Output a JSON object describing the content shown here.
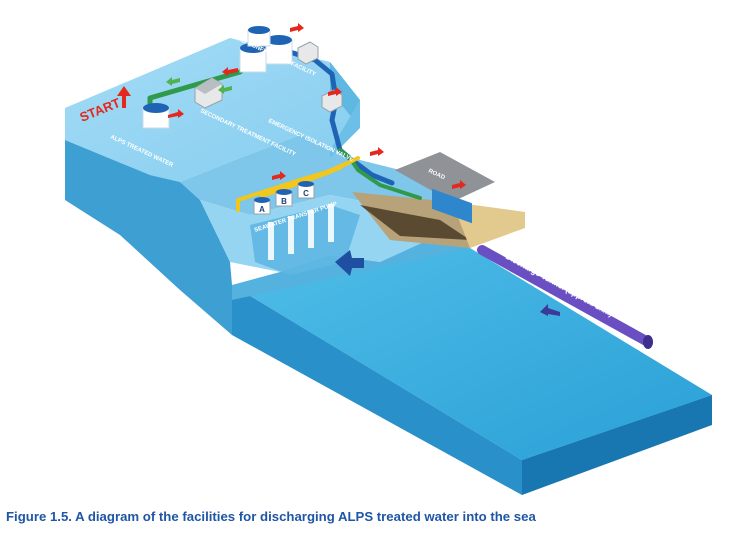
{
  "labels": {
    "start": "START",
    "alps_treated_water": "ALPS TREATED WATER",
    "secondary_treatment_facility": "SECONDARY TREATMENT FACILITY",
    "measurement_confirmation_facility": "MEASUREMENT AND CONFIRMATION FACILITY",
    "emergency_isolation_valve": "EMERGENCY ISOLATION VALVE",
    "seawater_transfer_pump": "SEAWATER TRANSFER PUMP",
    "road": "ROAD",
    "discharge_tunnel": "Discharge Tunnel (approx. 1km)",
    "pump_a": "A",
    "pump_b": "B",
    "pump_c": "C"
  },
  "caption": "Figure 1.5. A diagram of the facilities for discharging ALPS treated water into the sea",
  "colors": {
    "land_top": "#8fd3f4",
    "land_side": "#3ea6d8",
    "sea_top": "#44b4e3",
    "sea_side": "#1f8ec8",
    "pipe_green": "#2e9a4a",
    "pipe_blue": "#1f63b4",
    "pipe_yellow": "#f2c61b",
    "tunnel_purple": "#6a4fc2",
    "arrow_red": "#e3281e",
    "caption_blue": "#1f56a6"
  },
  "icons": [
    "start-arrow-icon",
    "flow-arrow-icon",
    "tank-icon",
    "building-icon",
    "valve-icon",
    "pump-icon",
    "seawater-inflow-arrow-icon"
  ]
}
